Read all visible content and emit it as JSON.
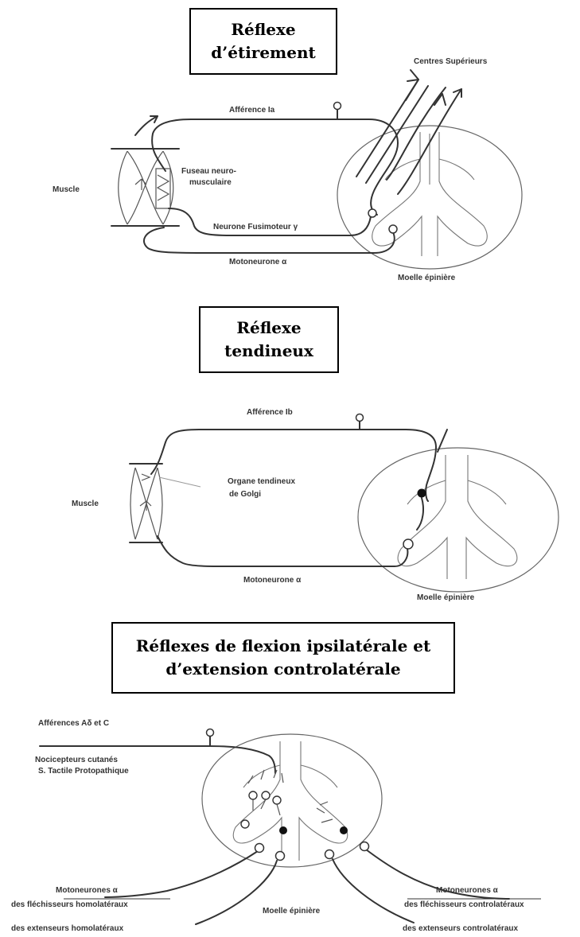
{
  "reflex1": {
    "title_line1": "Réflexe",
    "title_line2": "d’étirement",
    "labels": {
      "centres": "Centres Supérieurs",
      "afference": "Afférence Ia",
      "muscle": "Muscle",
      "fuseau_l1": "Fuseau neuro-",
      "fuseau_l2": "musculaire",
      "fusimoteur": "Neurone Fusimoteur γ",
      "motoneurone": "Motoneurone α",
      "moelle": "Moelle épinière"
    }
  },
  "reflex2": {
    "title_line1": "Réflexe",
    "title_line2": "tendineux",
    "labels": {
      "afference": "Afférence Ib",
      "muscle": "Muscle",
      "organe_l1": "Organe tendineux",
      "organe_l2": "de Golgi",
      "motoneurone": "Motoneurone α",
      "moelle": "Moelle épinière"
    }
  },
  "reflex3": {
    "title_line1": "Réflexes de flexion ipsilatérale et",
    "title_line2": "d’extension controlatérale",
    "labels": {
      "afferences": "Afférences Aδ et C",
      "nocicepteurs_l1": "Nocicepteurs cutanés",
      "nocicepteurs_l2": "S. Tactile Protopathique",
      "motoneurones_left": "Motoneurones α",
      "motoneurones_right": "Motoneurones α",
      "flech_homo": "des fléchisseurs homolatéraux",
      "ext_homo": "des extenseurs homolatéraux",
      "moelle": "Moelle épinière",
      "flech_contro": "des fléchisseurs controlatéraux",
      "ext_contro": "des extenseurs controlatéraux"
    }
  }
}
